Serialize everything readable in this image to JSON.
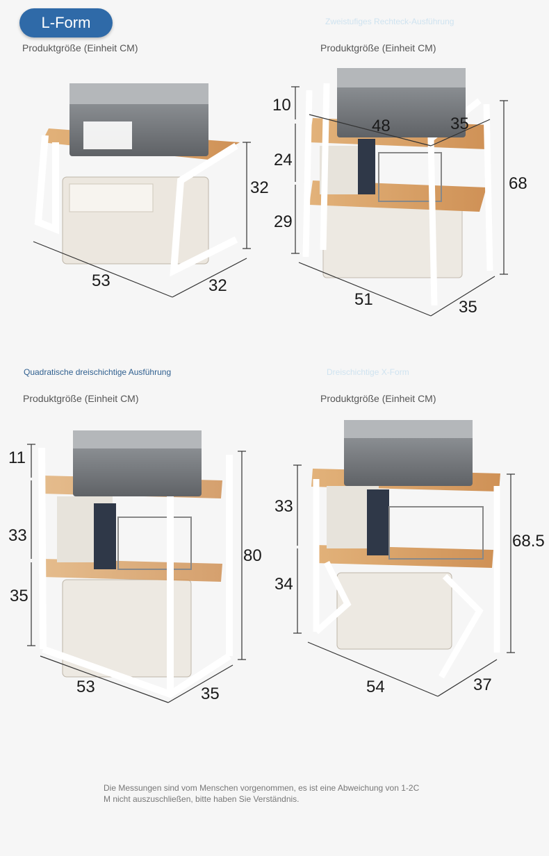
{
  "header": {
    "badge_label": "L-Form"
  },
  "panels": [
    {
      "subtitle": "",
      "caption": "Produktgröße (Einheit CM)",
      "dims": [
        "32",
        "53",
        "32"
      ]
    },
    {
      "subtitle": "Zweistufiges Rechteck-Ausführung",
      "caption": "Produktgröße (Einheit CM)",
      "dims": [
        "10",
        "48",
        "35",
        "24",
        "68",
        "29",
        "51",
        "35"
      ]
    },
    {
      "subtitle": "Quadratische dreischichtige Ausführung",
      "caption": "Produktgröße (Einheit CM)",
      "dims": [
        "11",
        "33",
        "80",
        "35",
        "53",
        "35"
      ]
    },
    {
      "subtitle": "Dreischichtige X-Form",
      "caption": "Produktgröße (Einheit CM)",
      "dims": [
        "33",
        "68.5",
        "34",
        "54",
        "37"
      ]
    }
  ],
  "footer": {
    "note_line1": "Die Messungen sind vom Menschen vorgenommen, es ist eine Abweichung von 1-2C",
    "note_line2": "M nicht auszuschließen, bitte haben Sie Verständnis."
  },
  "colors": {
    "accent": "#2f6aa8",
    "wood": "#d9a46b",
    "frame": "#ffffff",
    "printer": "#7a7d80"
  }
}
